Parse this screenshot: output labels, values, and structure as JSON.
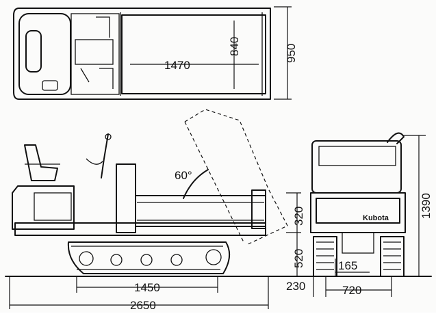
{
  "drawing": {
    "top_view": {
      "length_label": "1470",
      "width_label": "840",
      "overall_width_label": "950"
    },
    "side_view": {
      "angle_label": "60°",
      "bed_height_label": "320",
      "deck_height_label": "520",
      "wheelbase_label": "1450",
      "overall_length_label": "2650"
    },
    "front_view": {
      "overall_height_label": "1390",
      "track_gap_label": "165",
      "ground_clearance_label": "230",
      "tread_label": "720",
      "brand_text": "Kubota"
    }
  }
}
